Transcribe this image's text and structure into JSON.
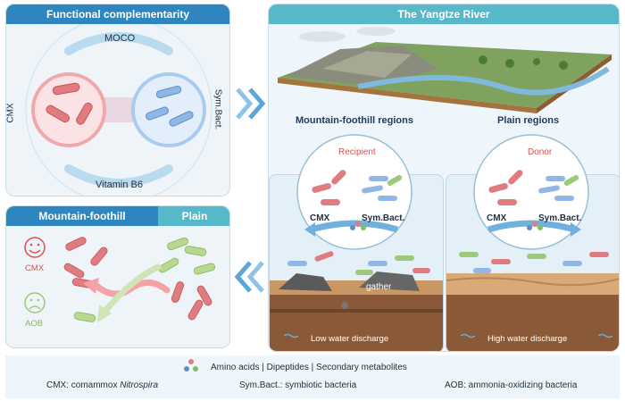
{
  "functional": {
    "title": "Functional complementarity",
    "moco": "MOCO",
    "vitamin": "Vitamin B6",
    "cmx": "CMX",
    "symbact": "Sym.Bact."
  },
  "river": {
    "title": "The Yangtze River",
    "mountain_label": "Mountain-foothill regions",
    "plain_label": "Plain regions",
    "recipient": "Recipient",
    "donor": "Donor",
    "cmx": "CMX",
    "symbact": "Sym.Bact.",
    "gather": "gather",
    "low": "Low water discharge",
    "high": "High water discharge"
  },
  "compare": {
    "mountain": "Mountain-foothill",
    "plain": "Plain",
    "cmx": "CMX",
    "aob": "AOB"
  },
  "footer": {
    "metabolites": "Amino acids | Dipeptides | Secondary metabolites",
    "cmx_prefix": "CMX: comammox ",
    "cmx_genus": "Nitrospira",
    "symbact": "Sym.Bact.: symbiotic bacteria",
    "aob": "AOB: ammonia-oxidizing bacteria"
  },
  "colors": {
    "header_blue": "#2f86bf",
    "plain_teal": "#56b8c9",
    "cmx_red": "#d9534f",
    "aob_green": "#9cc97a",
    "light_bg": "#eef6fb"
  }
}
